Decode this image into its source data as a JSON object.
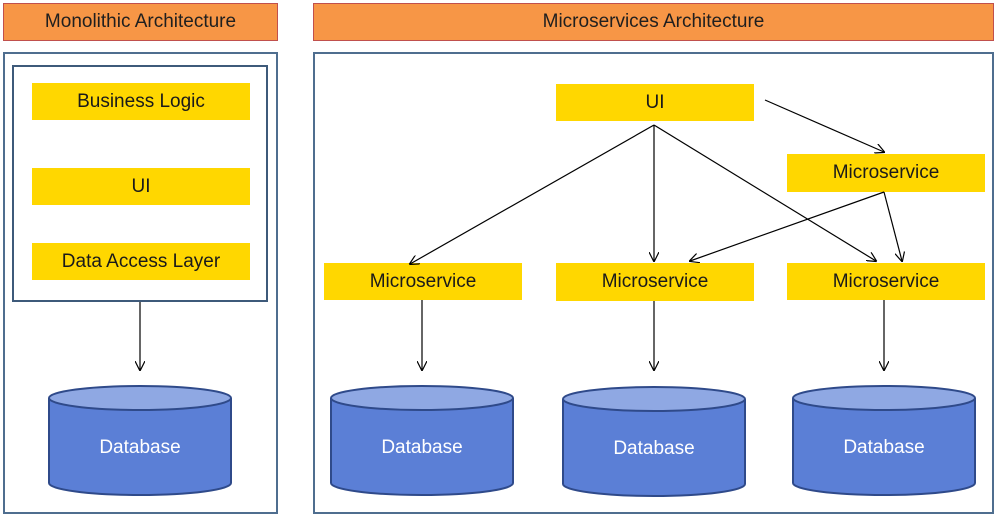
{
  "monolith": {
    "title": "Monolithic Architecture",
    "components": [
      "Business Logic",
      "UI",
      "Data Access Layer"
    ],
    "database": "Database"
  },
  "microservices": {
    "title": "Microservices Architecture",
    "ui": "UI",
    "services": [
      "Microservice",
      "Microservice",
      "Microservice",
      "Microservice"
    ],
    "databases": [
      "Database",
      "Database",
      "Database"
    ]
  },
  "colors": {
    "header_fill": "#f79646",
    "component_fill": "#ffd700",
    "database_fill": "#5b7fd6",
    "database_top": "#8fa8e3",
    "database_stroke": "#2f4a8a"
  }
}
